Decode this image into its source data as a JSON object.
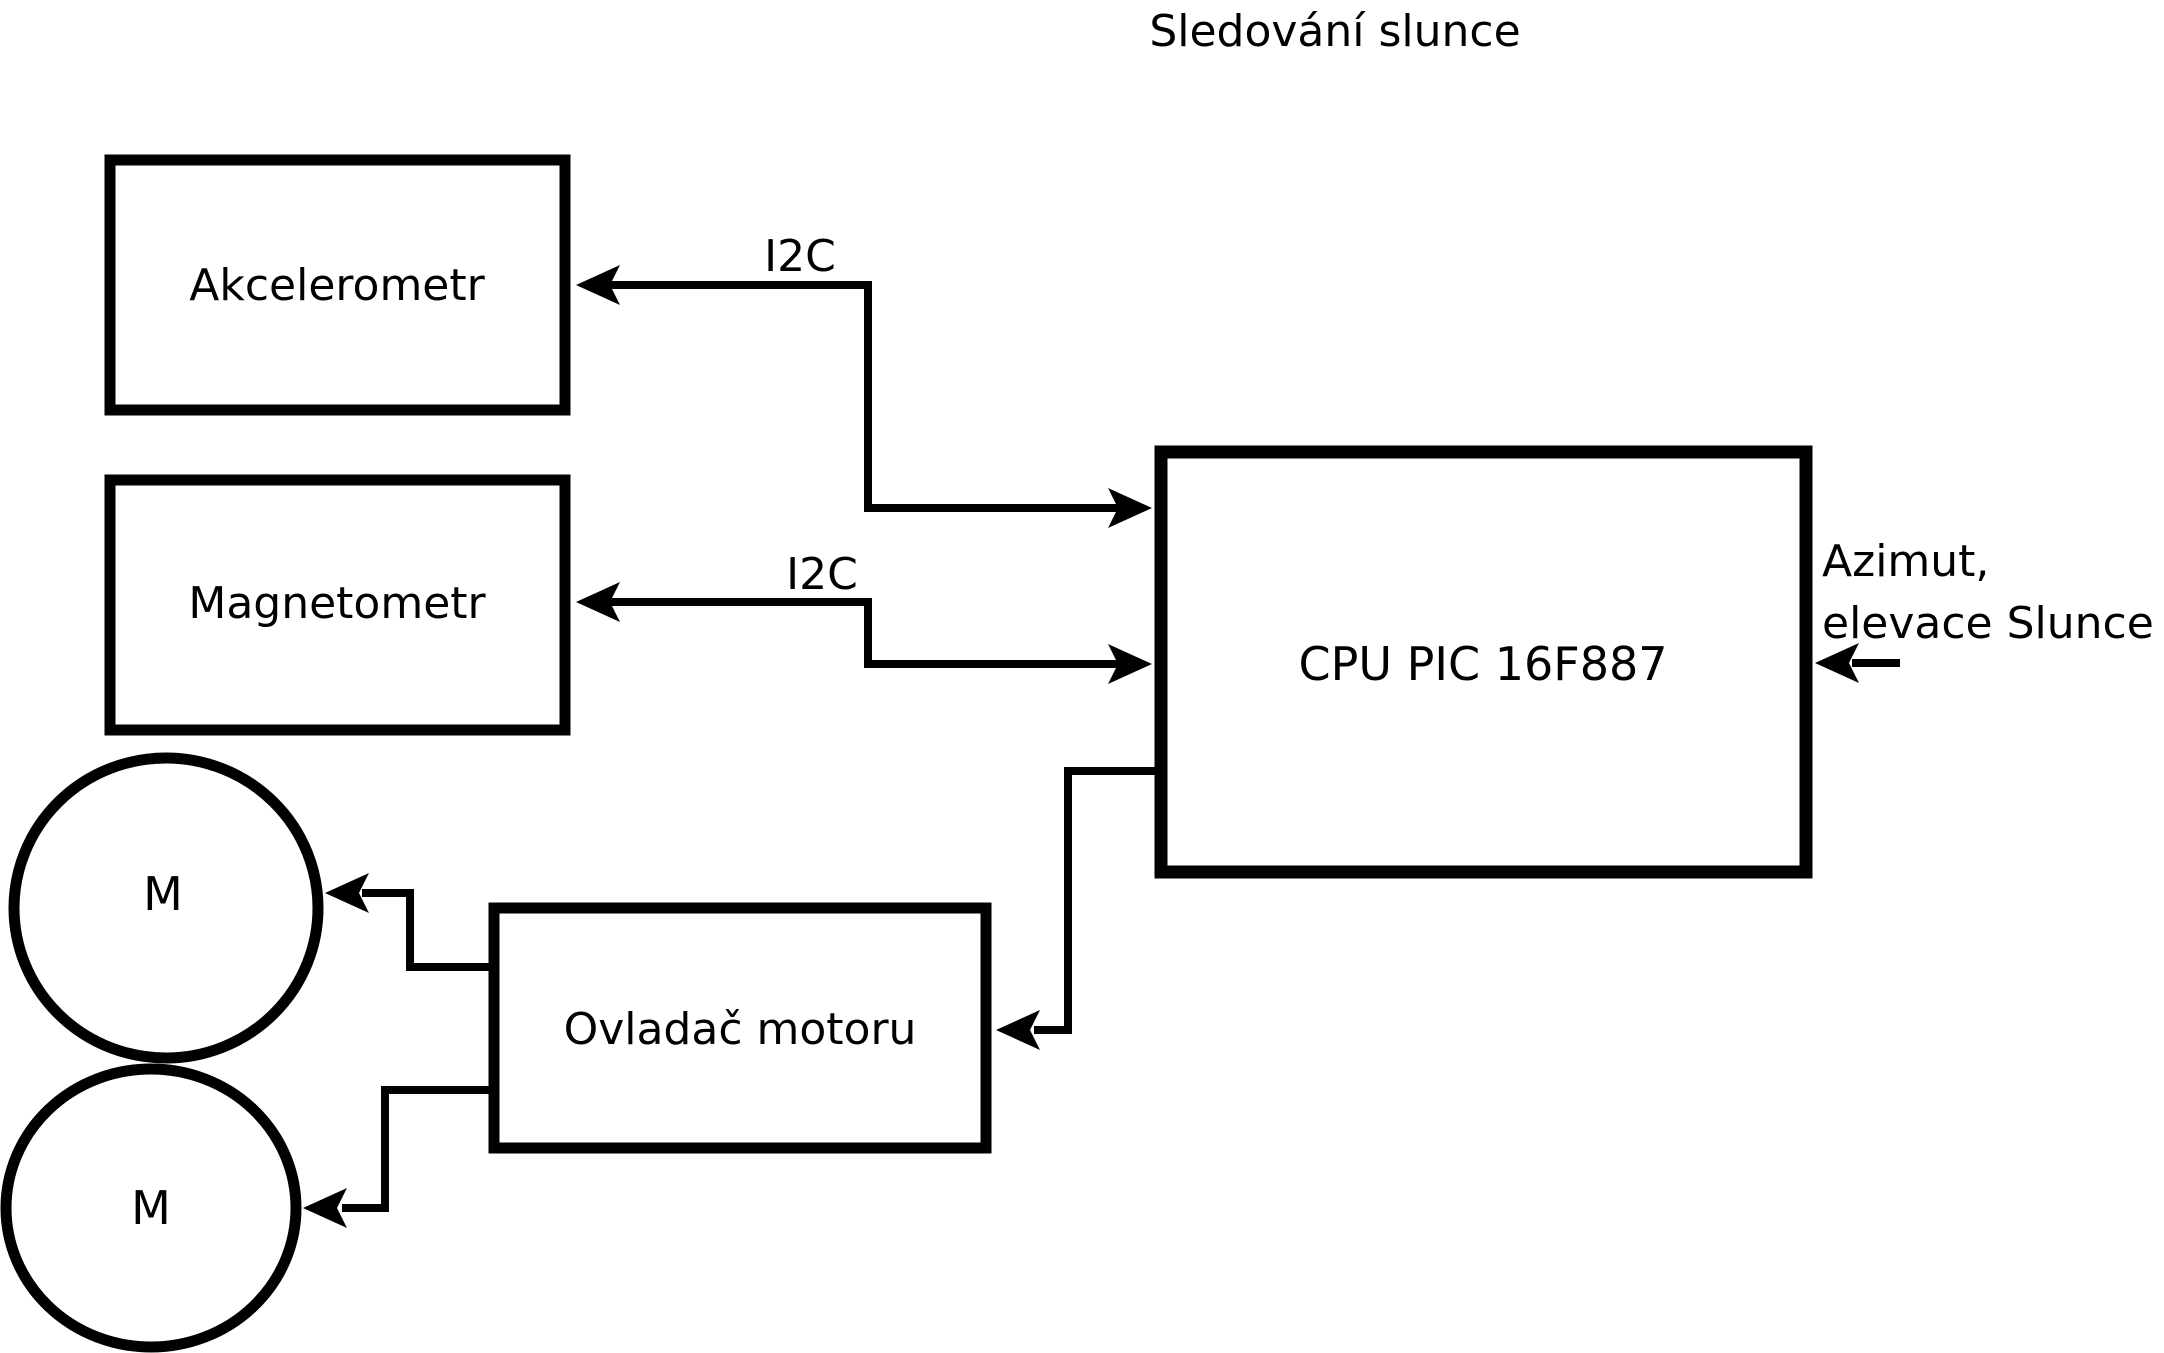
{
  "title": "Sledování slunce",
  "colors": {
    "ink": "#000000",
    "background": "#ffffff"
  },
  "blocks": {
    "akcelerometr": {
      "label": "Akcelerometr"
    },
    "magnetometr": {
      "label": "Magnetometr"
    },
    "cpu": {
      "label": "CPU PIC 16F887"
    },
    "ovladac": {
      "label": "Ovladač motoru"
    },
    "motor1": {
      "label": "M"
    },
    "motor2": {
      "label": "M"
    }
  },
  "connections": {
    "i2c_akcelerometr": {
      "label": "I2C"
    },
    "i2c_magnetometr": {
      "label": "I2C"
    },
    "azimut_input": {
      "line1": "Azimut,",
      "line2": "elevace Slunce"
    }
  }
}
